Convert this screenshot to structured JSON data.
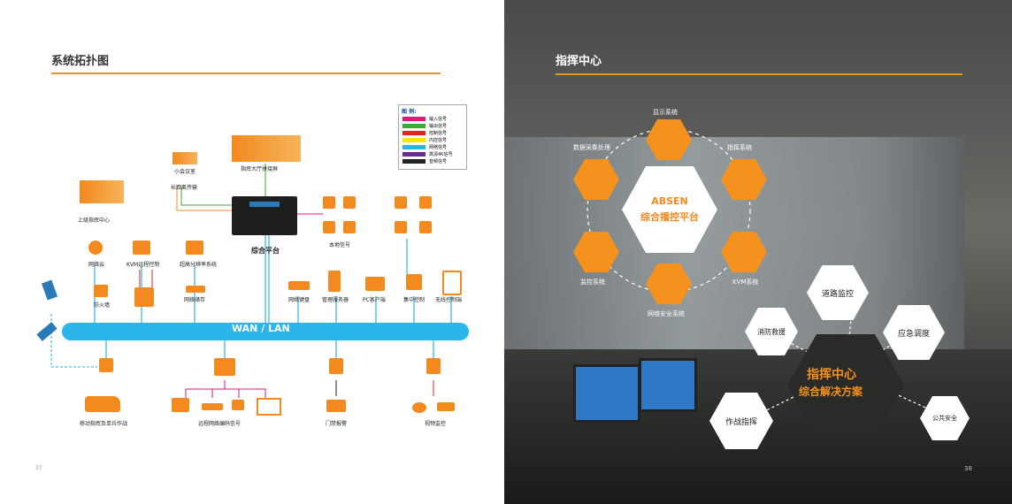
{
  "left": {
    "title": "系统拓扑图",
    "page_no": "37",
    "legend": {
      "title": "图 例:",
      "items": [
        {
          "label": "输入信号",
          "color": "#e0187a"
        },
        {
          "label": "输出信号",
          "color": "#3aaa35"
        },
        {
          "label": "控制信号",
          "color": "#e52421"
        },
        {
          "label": "内控信号",
          "color": "#ffe600"
        },
        {
          "label": "网络信号",
          "color": "#2bb5e8"
        },
        {
          "label": "高清4K信号",
          "color": "#6a2c91"
        },
        {
          "label": "音频信号",
          "color": "#222222"
        }
      ]
    },
    "nodes": {
      "screen_top": "指挥大厅拼接屏",
      "meeting": "小会议室",
      "long_dist": "长距离传输",
      "platform": "综合平台",
      "upper_center": "上级指挥中心",
      "net_cloud": "网络云",
      "kvm_control": "KVM远程控制",
      "ultra_seat": "超高分辨率系统",
      "firewall": "防火墙",
      "net_storage": "网络储存",
      "local_signal": "本地信号",
      "net_keyboard": "网络键盘",
      "manage_server": "管理服务器",
      "pc_client": "PC客户端",
      "central_control": "集中控制",
      "wireless_control": "无线控制端",
      "wan_lan": "WAN / LAN",
      "mobile": "移动指挥及单兵作战",
      "remote_signal": "远程网络编码信号",
      "access_alarm": "门禁报警",
      "video_monitor": "视频监控"
    }
  },
  "right": {
    "title": "指挥中心",
    "page_no": "38",
    "center_brand": "ABSEN",
    "center_text": "综合播控平台",
    "modules": [
      "显示系统",
      "指挥系统",
      "KVM系统",
      "网络安全系统",
      "监控系统",
      "数据采集处理"
    ],
    "solution_line1": "指挥中心",
    "solution_line2": "综合解决方案",
    "hexes": [
      "道路监控",
      "应急调度",
      "公共安全",
      "作战指挥",
      "消防救援"
    ]
  }
}
